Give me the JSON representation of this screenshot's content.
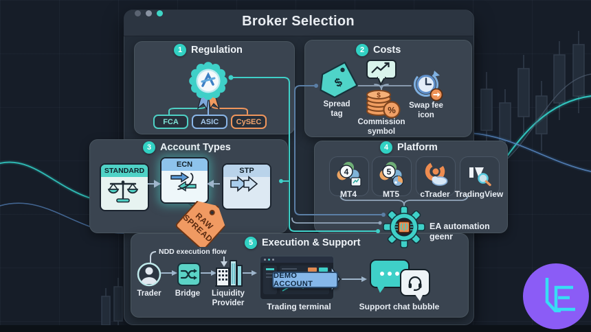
{
  "window": {
    "title": "Broker Selection"
  },
  "sections": {
    "regulation": {
      "number": "1",
      "title": "Regulation",
      "badge_icon": "certificate-rosette-icon",
      "regulators": [
        {
          "label": "FCA"
        },
        {
          "label": "ASIC"
        },
        {
          "label": "CySEC"
        }
      ]
    },
    "costs": {
      "number": "2",
      "title": "Costs",
      "spread_label": "Spread tag",
      "spread_symbol": "$",
      "commission_label": "Commission symbol",
      "coin_symbol": "$",
      "percent_symbol": "%",
      "swap_label": "Swap fee icon"
    },
    "accounts": {
      "number": "3",
      "title": "Account Types",
      "cards": [
        {
          "label": "STANDARD"
        },
        {
          "label": "ECN"
        },
        {
          "label": "STP"
        }
      ],
      "tag_line1": "RAW",
      "tag_line2": "SPREAD"
    },
    "platform": {
      "number": "4",
      "title": "Platform",
      "platforms": [
        {
          "label": "MT4",
          "badge": "4"
        },
        {
          "label": "MT5",
          "badge": "5"
        },
        {
          "label": "cTrader",
          "badge": ""
        },
        {
          "label": "TradingView",
          "badge": ""
        }
      ],
      "gear_label": "EA automation geenr"
    },
    "execution": {
      "number": "5",
      "title": "Execution & Support",
      "flow_label": "NDD execution flow",
      "steps": [
        {
          "label": "Trader"
        },
        {
          "label": "Bridge"
        },
        {
          "label": "Liquidity Provider"
        }
      ],
      "demo_banner": "DEMO ACCOUNT",
      "terminal_label": "Trading terminal",
      "support_label": "Support chat bubble"
    }
  },
  "colors": {
    "accent_teal": "#3fd0c8",
    "accent_orange": "#f0965c",
    "accent_blue": "#8ab6e8",
    "panel": "#3a4450",
    "window": "#232c37",
    "background": "#161d28",
    "demo_banner_blue": "#85b7e9",
    "logo_purple": "#8b5cf6",
    "logo_cyan": "#38dcf5"
  }
}
